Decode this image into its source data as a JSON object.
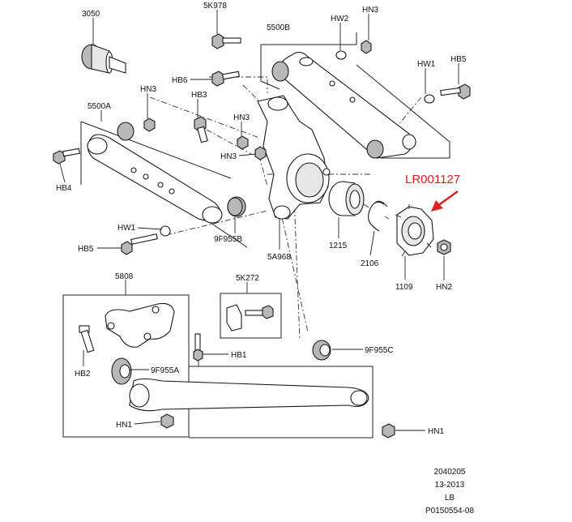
{
  "labels": {
    "p3050": "3050",
    "p5k978": "5K978",
    "p5500b": "5500B",
    "hw2": "HW2",
    "hn3_top": "HN3",
    "hw1_top": "HW1",
    "hb5_top": "HB5",
    "hb6": "HB6",
    "hn3_left": "HN3",
    "hb3": "HB3",
    "hn3_mid": "HN3",
    "hn3_mid2": "HN3",
    "p5500a": "5500A",
    "hb4": "HB4",
    "hw1_left": "HW1",
    "hb5_left": "HB5",
    "p9f955b": "9F955B",
    "p5a968": "5A968",
    "p1215": "1215",
    "p2106": "2106",
    "p1109": "1109",
    "hn2": "HN2",
    "lr_code": "LR001127",
    "p5808": "5808",
    "p5k272": "5K272",
    "hb1": "HB1",
    "hb2": "HB2",
    "p9f955a": "9F955A",
    "hn1_left": "HN1",
    "p9f955c": "9F955C",
    "hn1_right": "HN1"
  },
  "footer": {
    "line1": "2040205",
    "line2": "13-2013",
    "line3": "LB",
    "line4": "P0150554-08"
  },
  "colors": {
    "callout_red": "#e02020",
    "ink": "#1a1a1a"
  }
}
